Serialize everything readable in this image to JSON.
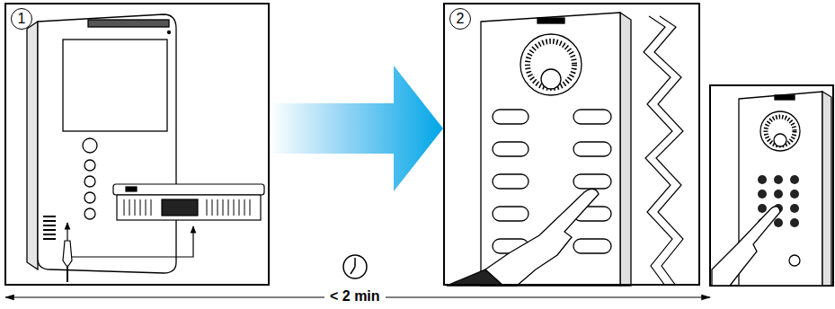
{
  "diagram": {
    "nodes": [
      {
        "text": [
          "1"
        ]
      },
      {
        "text": [
          "2"
        ]
      }
    ],
    "edges": [
      {
        "from": 0,
        "to": 1,
        "arrow": "to"
      }
    ],
    "labels": [
      "< 2 min"
    ]
  }
}
